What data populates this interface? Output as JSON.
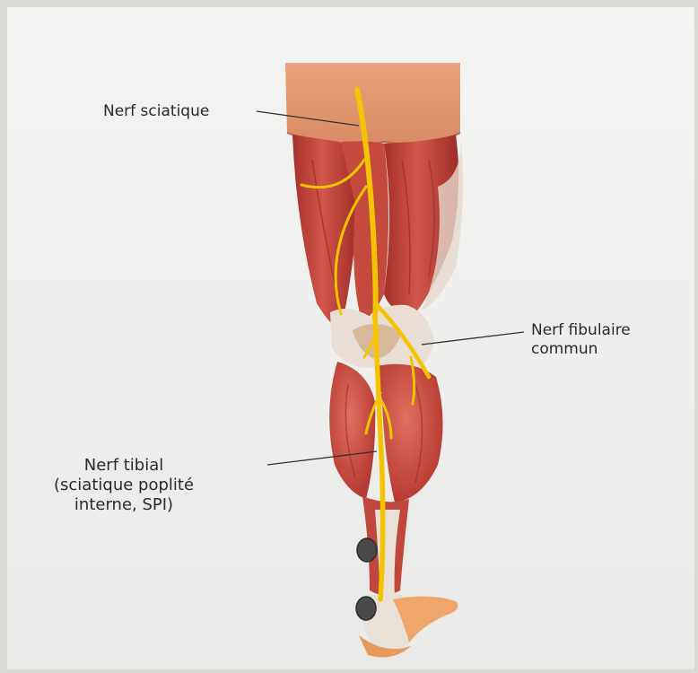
{
  "labels": {
    "sciatic": "Nerf sciatique",
    "fibular_line1": "Nerf fibulaire",
    "fibular_line2": "commun",
    "tibial_line1": "Nerf tibial",
    "tibial_line2": "(sciatique poplité",
    "tibial_line3": "interne, SPI)"
  },
  "colors": {
    "background": "#f3f3f1",
    "muscle": "#c8473a",
    "nerve": "#f5c400",
    "tendon": "#e6ddd4",
    "skin": "#f0a56a",
    "stimulation_point": "#4a4a4a"
  }
}
